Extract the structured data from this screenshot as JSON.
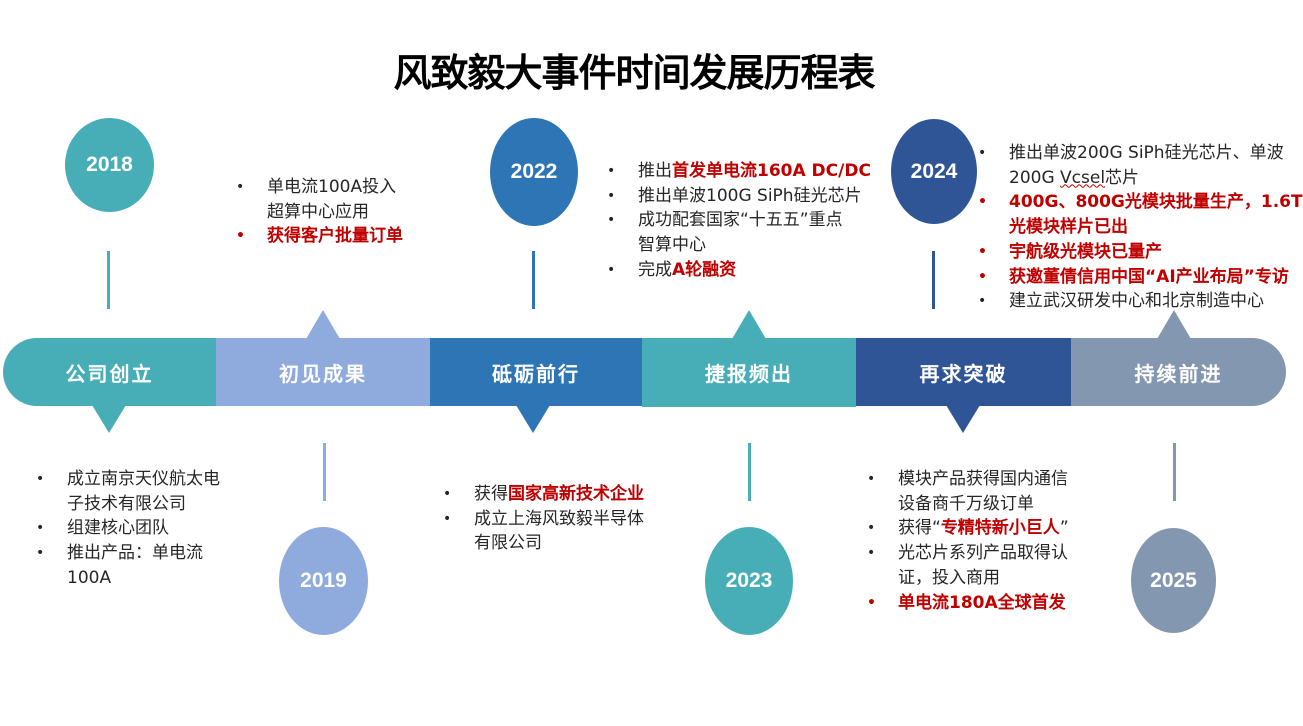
{
  "title": "风致毅大事件时间发展历程表",
  "colors": {
    "teal": "#47aeb8",
    "light_blue": "#8faadc",
    "blue": "#2e75b6",
    "dark_blue": "#2f5597",
    "gray": "#8497b0",
    "red": "#c00000"
  },
  "years": [
    "2018",
    "2019",
    "2022",
    "2023",
    "2024",
    "2025"
  ],
  "stages": [
    "公司创立",
    "初见成果",
    "砥砺前行",
    "捷报频出",
    "再求突破",
    "持续前进"
  ],
  "blocks": {
    "y2018": [
      "成立南京天仪航太电\n子技术有限公司",
      "组建核心团队",
      "推出产品：单电流\n100A"
    ],
    "y2019": [
      "单电流100A投入\n超算中心应用",
      "获得客户批量订单"
    ],
    "y2022": [
      [
        "获得",
        "国家高新技术企业"
      ],
      "成立上海风致毅半导体\n有限公司"
    ],
    "y2023": [
      [
        "推出",
        "首发单电流160A DC/DC"
      ],
      "推出单波100G SiPh硅光芯片",
      "成功配套国家“十五五”重点\n智算中心",
      [
        "完成",
        "A轮融资"
      ]
    ],
    "y2024": [
      [
        "推出单波200G SiPh硅光芯片、单波\n200G ",
        "Vcsel",
        "芯片"
      ],
      [
        "400G、800G光模块批量生产",
        "，",
        "1.6T",
        "\n光模块样片已出"
      ],
      "宇航级光模块已量产",
      "获邀董倩信用中国“AI产业布局”专访",
      "建立武汉研发中心和北京制造中心"
    ],
    "y2025": [
      "模块产品获得国内通信\n设备商千万级订单",
      [
        "获得“",
        "专精特新小巨人",
        "”"
      ],
      "光芯片系列产品取得认\n证，投入商用",
      "单电流180A全球首发"
    ]
  }
}
